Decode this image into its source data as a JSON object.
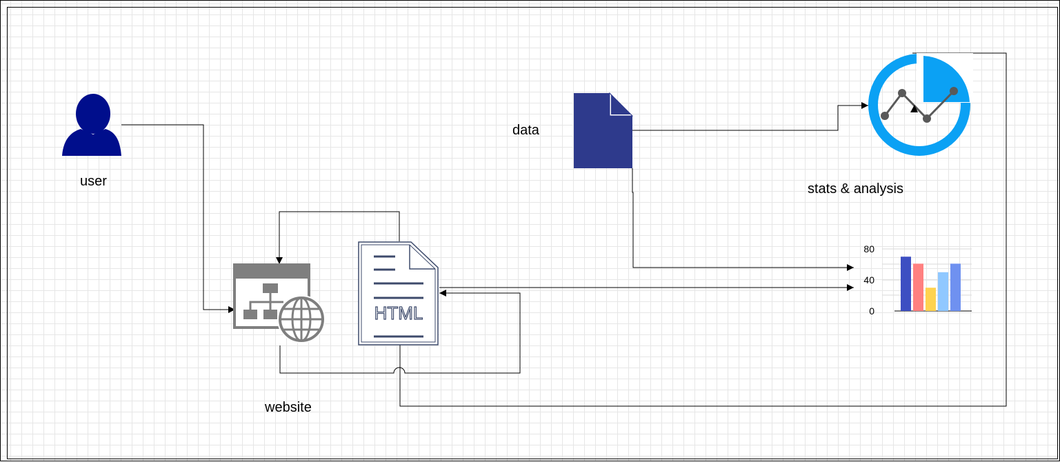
{
  "labels": {
    "user": "user",
    "website": "website",
    "data": "data",
    "stats": "stats & analysis"
  },
  "html_doc": {
    "text": "HTML"
  },
  "mini_chart": {
    "ticks": [
      "80",
      "40",
      "0"
    ],
    "bars": [
      {
        "value": 70,
        "color": "#3d4fc2"
      },
      {
        "value": 61,
        "color": "#ff8080"
      },
      {
        "value": 30,
        "color": "#ffd34f"
      },
      {
        "value": 50,
        "color": "#90c8ff"
      },
      {
        "value": 61,
        "color": "#6f91f0"
      }
    ],
    "max": 80
  },
  "colors": {
    "user": "#000e8c",
    "data_doc": "#2e3a8c",
    "stats": "#0ba1f4",
    "website_icon": "#7f7f7f",
    "html_outline": "#3d4a6b"
  },
  "icons": {
    "user": "user-icon",
    "website": "website-sitemap-globe-icon",
    "html": "html-document-icon",
    "data": "data-document-icon",
    "stats": "stats-analysis-icon",
    "chart": "bar-chart-icon"
  }
}
